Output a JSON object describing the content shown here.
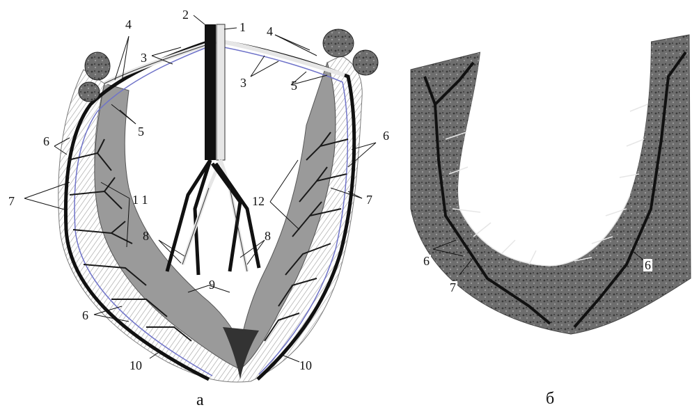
{
  "figure": {
    "panel_a": {
      "caption": "а",
      "labels": {
        "l1": "1",
        "l2": "2",
        "l3_left": "3",
        "l3_right": "3",
        "l4_left": "4",
        "l4_right": "4",
        "l5_left": "5",
        "l5_right": "5",
        "l6_upper_left": "6",
        "l6_upper_right": "6",
        "l6_lower_left": "6",
        "l7_left": "7",
        "l7_right": "7",
        "l8_left": "8",
        "l8_right": "8",
        "l9": "9",
        "l10_left": "10",
        "l10_right": "10",
        "l11": "1 1",
        "l12": "12"
      }
    },
    "panel_b": {
      "caption": "б",
      "labels": {
        "l6_left": "6",
        "l6_right": "6",
        "l7": "7"
      }
    }
  },
  "colors": {
    "vessel_dark": "#111111",
    "vessel_light": "#e6e6e6",
    "vessel_blue": "#6f73c9",
    "tissue_gray": "#8a8a8a",
    "background": "#ffffff"
  }
}
